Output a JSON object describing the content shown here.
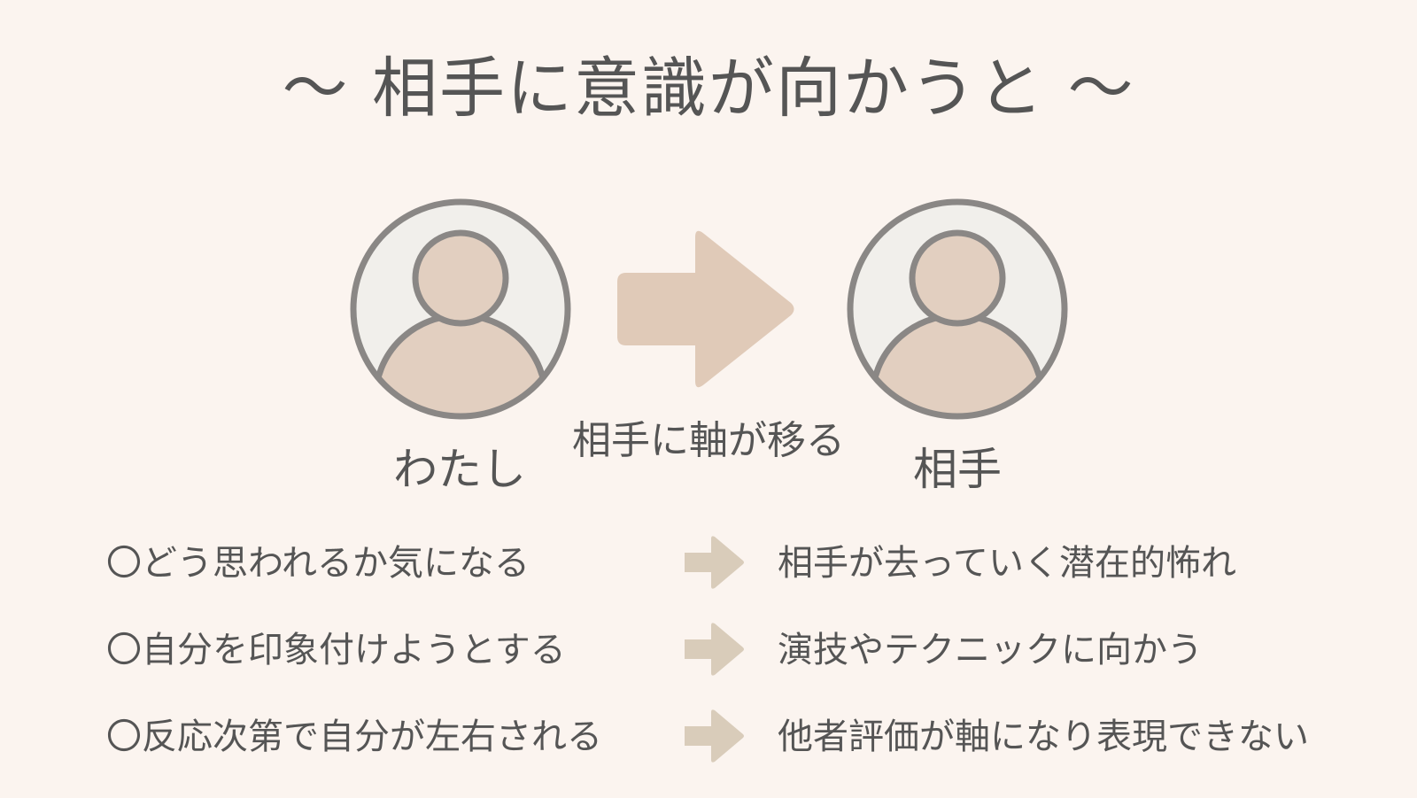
{
  "title": "〜 相手に意識が向かうと 〜",
  "diagram": {
    "me_label": "わたし",
    "partner_label": "相手",
    "shift_label": "相手に軸が移る"
  },
  "rows": [
    {
      "cause": "〇どう思われるか気になる",
      "effect": "相手が去っていく潜在的怖れ"
    },
    {
      "cause": "〇自分を印象付けようとする",
      "effect": "演技やテクニックに向かう"
    },
    {
      "cause": "〇反応次第で自分が左右される",
      "effect": "他者評価が軸になり表現できない"
    }
  ],
  "colors": {
    "background": "#fbf4ef",
    "text": "#555555",
    "avatar_outline": "#8a8785",
    "avatar_bg": "#f1efeb",
    "avatar_fill": "#e2cfc0",
    "big_arrow": "#e0cab8",
    "row_arrow": "#d9ccba"
  },
  "icons": [
    "person-icon",
    "right-arrow-icon"
  ]
}
